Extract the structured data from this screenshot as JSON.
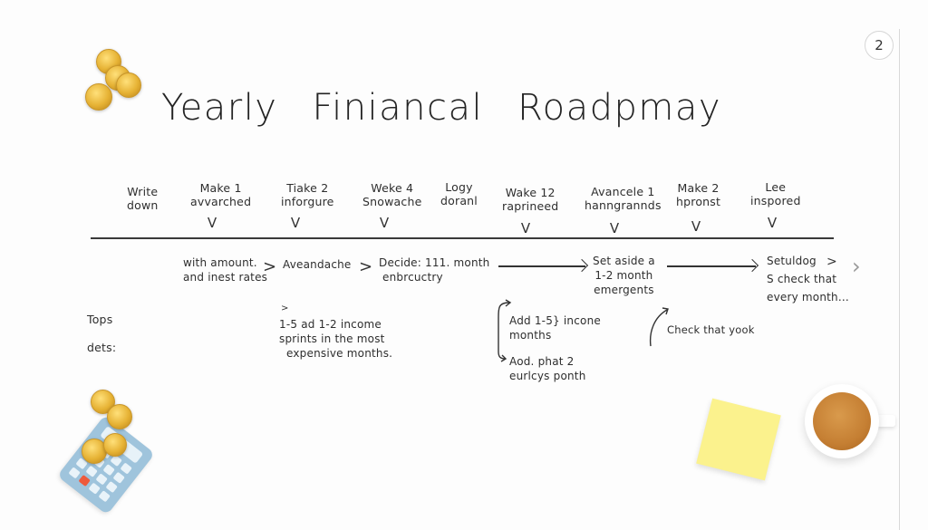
{
  "header": {
    "title_words": [
      "Yearly",
      "Finiancal",
      "Roadpmay"
    ],
    "page_number": "2"
  },
  "timeline": {
    "steps": [
      {
        "line1": "Write",
        "line2": "down",
        "checked": false
      },
      {
        "line1": "Make 1",
        "line2": "avvarched",
        "checked": true
      },
      {
        "line1": "Tiake 2",
        "line2": "inforgure",
        "checked": true
      },
      {
        "line1": "Weke 4",
        "line2": "Snowache",
        "checked": true
      },
      {
        "line1": "Logy",
        "line2": "doranl",
        "checked": false
      },
      {
        "line1": "Wake 12",
        "line2": "raprineed",
        "checked": true
      },
      {
        "line1": "Avancele 1",
        "line2": "hanngrannds",
        "checked": true
      },
      {
        "line1": "Make 2",
        "line2": "hpronst",
        "checked": true
      },
      {
        "line1": "Lee",
        "line2": "inspored",
        "checked": true
      }
    ],
    "check_glyph": "V"
  },
  "flow": {
    "item1": {
      "line1": "with amount.",
      "line2": "and inest rates"
    },
    "item2": {
      "line1": "Aveandache"
    },
    "item3": {
      "line1": "Decide: 111. month",
      "line2": "enbrcuctry"
    },
    "item4": {
      "line1": "Set aside a",
      "line2": "1-2 month",
      "line3": "emergents"
    },
    "item5": {
      "line1": "Setuldog",
      "line2": "S check that",
      "line3": "every month..."
    },
    "arrow_glyph": ">"
  },
  "side_labels": {
    "tops": "Tops",
    "dets": "dets:"
  },
  "notes": {
    "sprints": {
      "line1": "1-5 ad 1-2 income",
      "line2": "sprints in the most",
      "line3": "expensive months."
    },
    "add_income": {
      "line1": "Add 1-5} incone",
      "line2": "months"
    },
    "add_phat": {
      "line1": "Aod. phat 2",
      "line2": "eurlcys ponth"
    },
    "check": {
      "line1": "Check that yook"
    }
  },
  "navigation": {
    "next_glyph": "›"
  },
  "colors": {
    "background": "#fdfdfd",
    "ink": "#2b2b2b",
    "sticky_note": "#fbf28d",
    "coin_gold": "#e6b234",
    "calculator": "#9fc4dc",
    "coffee": "#c57f33"
  }
}
